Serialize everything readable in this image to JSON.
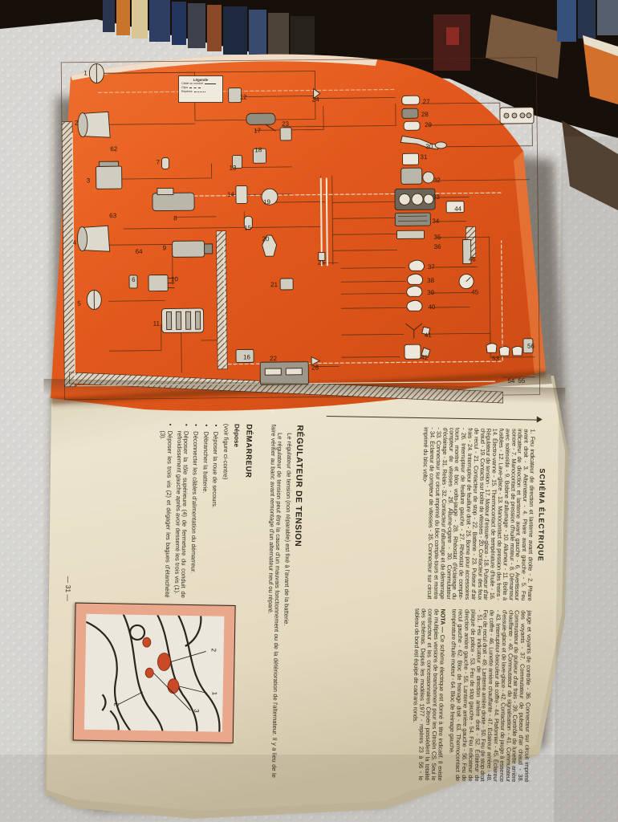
{
  "colors": {
    "orange_page": "#e2581c",
    "orange_highlight": "#f06f2e",
    "paper_cream": "#e9e0c8",
    "diagram_ink": "#3c2410",
    "wire_white": "#f2ead9",
    "figure_frame_pink": "#e9a78c",
    "figure_accent_red": "#c84a27",
    "foam_white": "#d7d6d3",
    "shelf_dark": "#17100a"
  },
  "orange_page": {
    "legend_box": {
      "title": "Légende",
      "line_cable": "Câble ou conduit",
      "line_clips": "Clips",
      "line_reperes": "Repères"
    },
    "diagram_labels": [
      "1",
      "2",
      "62",
      "3",
      "7",
      "8",
      "63",
      "12",
      "17",
      "23",
      "18",
      "13",
      "14",
      "19",
      "15",
      "4",
      "64",
      "9",
      "6",
      "10",
      "5",
      "11",
      "20",
      "21",
      "16",
      "22",
      "24",
      "27",
      "28",
      "29",
      "30",
      "31",
      "32",
      "33",
      "34",
      "35",
      "36",
      "37",
      "38",
      "39",
      "40",
      "41",
      "42",
      "25",
      "26",
      "44",
      "45",
      "46",
      "53",
      "54",
      "55",
      "56"
    ]
  },
  "text_page": {
    "schema_section": {
      "title": "SCHÉMA ÉLECTRIQUE",
      "col1": "1. Feu indicateur de direction et lanterne avant droite - 2. Phare avant droit - 3. Alternateur - 4. Phare avant gauche - 5. Feu indicateur de direction et lanterne avant gauche - 6. Avertisseur sonore - 7. Manocontact de pression d'huile moteur - 8. Démarreur avec solénoïde - 9. Bobine d'allumage - 10. Allumeur - 11. Boîte à fusibles - 12. Lave-glace - 13. Manocontact de pression des freins - 14. Électro-vanne - 15. Thermocontact de température d'huile - 16. Régulateur de tension - 17. Moteur d'essuie-glace - 18. Pulseur d'air chaud - 19. Contacts sur boîte de vitesses - 20. Contacteur des feux de recul - 21. Contacteur de stop - 22. Batterie - 23. Pulseur d'air frais - 24. Interrupteur de feuillure droit - 25. Borne pour accessoires - 26. Interrupteur de feuillure gauche - 27. Rhéostat de compte-tours, montre et bloc volto-jauge - 28. Rhéostat d'éclairage du compteur de vitesses - 29. Allume-cigare - 30. Commutateur d'éclairage - 31. Relais - 32. Contacteur d'allumage et de démarrage - 33. Connecteur sur circuit imprimé du bloc compte-tours et montre - 34. Éclaireur de compteur de vitesses - 35. Connecteur sur circuit imprimé du bloc volto-",
      "col2": "jauge et voyants de contrôle - 36. Connecteur sur circuit imprimé des voyants - 37. Commutateur de pulseur d'air chaud - 38. Commutateur de pulseur d'air frais - 39. Contrôle de lunette arrière chauffante - 40. Commutateur de signalisation - 41. Commutateur d'essuie-glace et de lave-glace - 42. Contacteur de jauge à essence - 43. Interrupteur-basculeur de coffre - 44. Plafonnier - 45. Éclaireur de coffre - 46. Lunette arrière chauffante - 47. Éclaireur arrière - 48. Feu de recul droit - 49. Lanterne arrière droite - 50. Feu de stop droit - 51. Feu indicateur de direction arrière droit - 52. Éclaireur de plaque de police - 53. Feu de stop gauche - 54. Feu indicateur de direction arrière gauche - 55. Lanterne arrière gauche - 56. Feu de recul gauche - 62. Bloc de freinage droit - 63. Thermocontact de température d'huile moteur - 64. Bloc de freinage gauche.",
      "nota_label": "NOTA —",
      "nota_text": " Ce schéma électrique est donné à titre indicatif. Il existe de multiples versions de branchement pour les Citroën CS. Seul le constructeur et les concessionnaires Citroën possèdent la totalité des schémas. Depuis les modèles 1977 - repères 23 à 56 - le tableau de bord est équipé de cadrans ronds."
    },
    "regulateur_section": {
      "title": "RÉGULATEUR DE TENSION",
      "para1": "Le régulateur de tension (non réparable) est fixé à l'avant de la batterie.",
      "para2": "Le régulateur de tension peut être la cause d'un mauvais fonctionnement ou de la détérioration de l'alternateur. Il y a lieu de le faire vérifier au banc avant remontage d'un alternateur neuf ou réparé."
    },
    "demarreur_section": {
      "title": "DÉMARREUR",
      "subtitle": "Dépose",
      "note": "(voir figure ci-contre)",
      "bullets": [
        "Déposer la roue de secours.",
        "Débrancher la batterie.",
        "Déconnecter les câbles d'alimentation du démarreur.",
        "Déposer la tôle supérieure (4) de fermeture du conduit de refroidissement gauche après avoir desserré les trois vis (1).",
        "Déposer les trois vis (2) et dégager les bagues d'étanchéité (3)."
      ]
    },
    "figure_labels": [
      "1",
      "2",
      "3",
      "2"
    ],
    "page_number": "— 31 —"
  }
}
